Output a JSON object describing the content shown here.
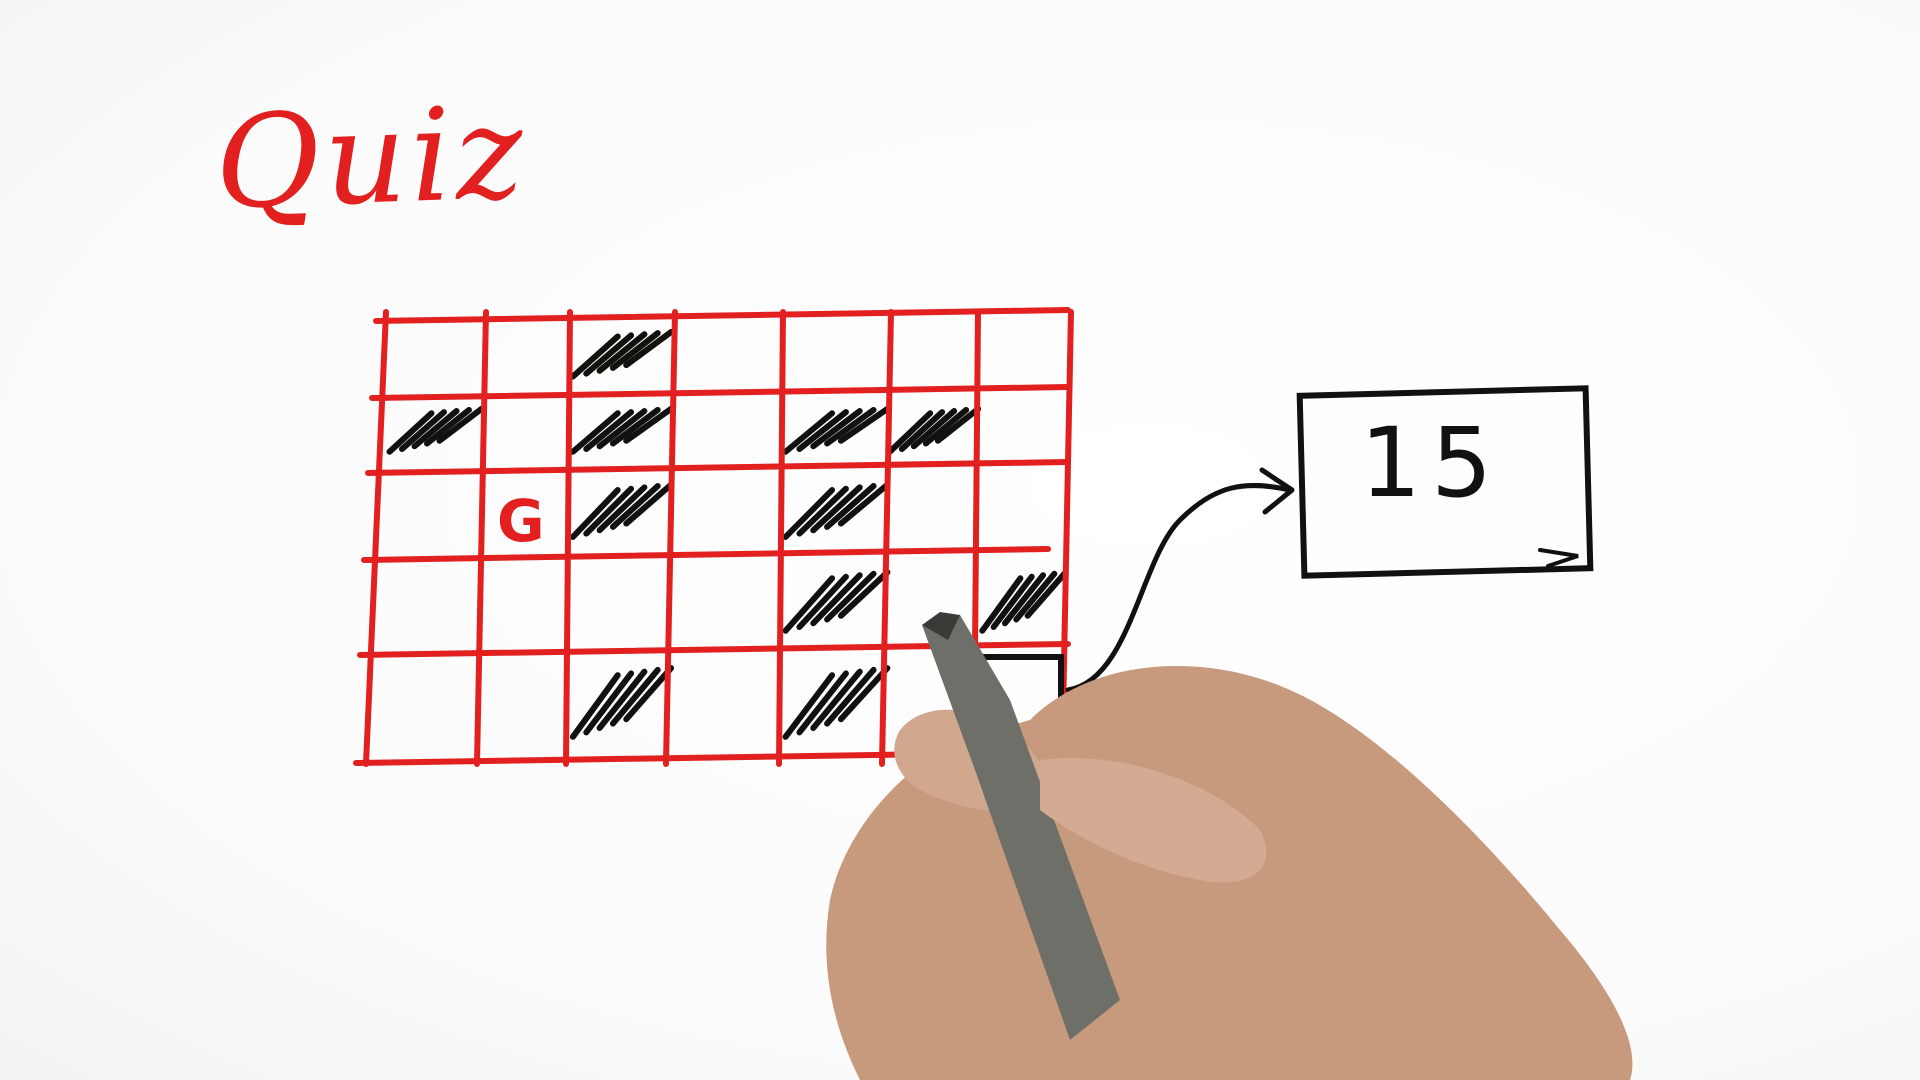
{
  "title": "Quiz",
  "grid": {
    "rows": 5,
    "cols": 7,
    "goal_label": "G",
    "goal_cell": [
      2,
      1
    ],
    "highlight_cell": [
      0,
      2
    ],
    "highlight_color": "#f0b429",
    "obstacle_cells": [
      [
        1,
        0
      ],
      [
        1,
        2
      ],
      [
        1,
        4
      ],
      [
        1,
        5
      ],
      [
        2,
        2
      ],
      [
        2,
        4
      ],
      [
        3,
        4
      ],
      [
        3,
        6
      ],
      [
        4,
        2
      ],
      [
        4,
        4
      ]
    ],
    "selected_cell": [
      4,
      6
    ]
  },
  "value_box": {
    "value": "15"
  },
  "colors": {
    "grid": "#e32020",
    "ink": "#111111",
    "background": "#ffffff"
  }
}
